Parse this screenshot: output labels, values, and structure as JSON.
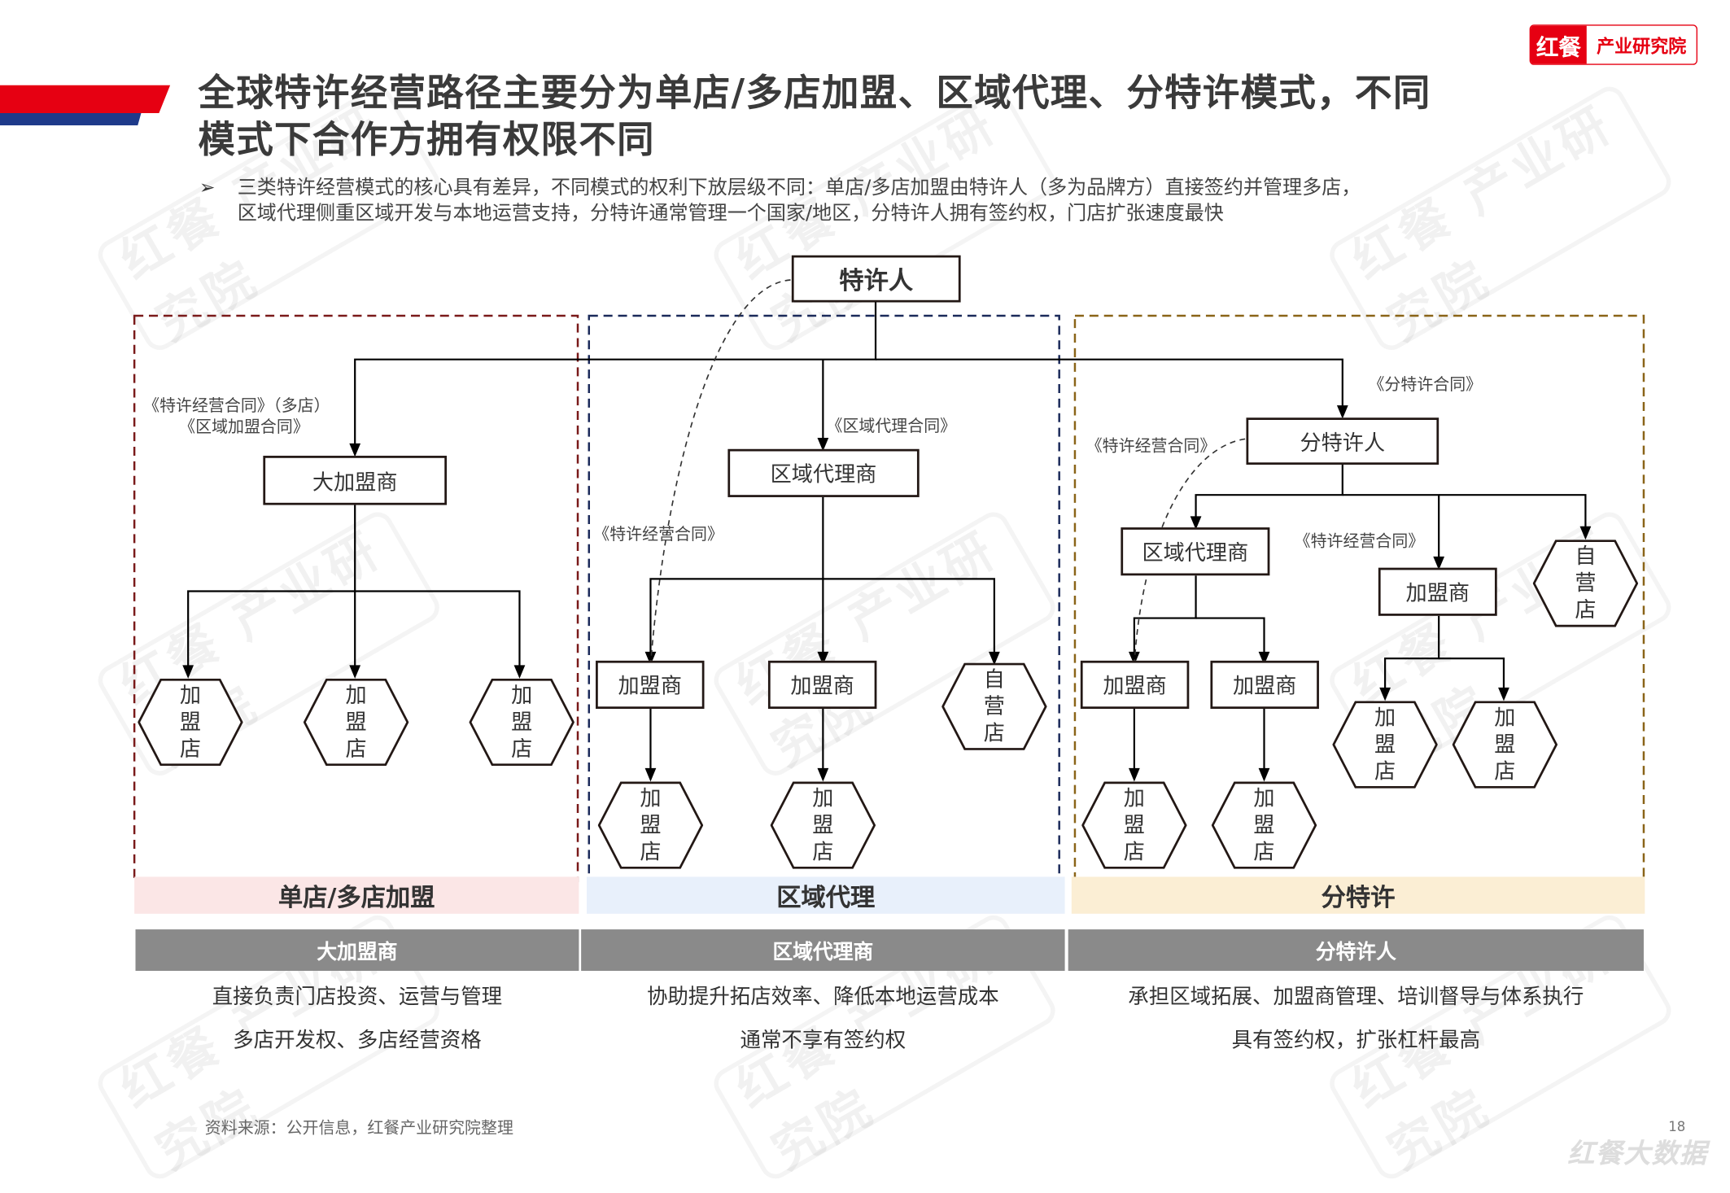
{
  "header": {
    "title_line1": "全球特许经营路径主要分为单店/多店加盟、区域代理、分特许模式，不同",
    "title_line2": "模式下合作方拥有权限不同",
    "bullet_icon": "arrow-bullet-icon",
    "bullet_glyph": "➢",
    "summary_line1": "三类特许经营模式的核心具有差异，不同模式的权利下放层级不同：单店/多店加盟由特许人（多为品牌方）直接签约并管理多店，",
    "summary_line2": "区域代理侧重区域开发与本地运营支持，分特许通常管理一个国家/地区，分特许人拥有签约权，门店扩张速度最快"
  },
  "logo": {
    "mark": "红餐",
    "text": "产业研究院",
    "color": "#e60012"
  },
  "watermark": {
    "text": "红餐 产业研究院"
  },
  "diagram": {
    "root": "特许人",
    "zones": [
      {
        "name": "单店/多店加盟",
        "border_color": "#7a1a1a",
        "band_color": "#fbe6e6"
      },
      {
        "name": "区域代理",
        "border_color": "#1b2a5a",
        "band_color": "#e8f0fb"
      },
      {
        "name": "分特许",
        "border_color": "#8a6418",
        "band_color": "#fbeed4"
      }
    ],
    "nodes": {
      "big_franchisee": "大加盟商",
      "regional_agent": "区域代理商",
      "sub_franchisor": "分特许人",
      "franchisee": "加盟商",
      "franchise_store": [
        "加",
        "盟",
        "店"
      ],
      "own_store": [
        "自",
        "营",
        "店"
      ]
    },
    "labels": {
      "single_multi_1": "《特许经营合同》（多店）",
      "single_multi_2": "《区域加盟合同》",
      "regional_contract": "《区域代理合同》",
      "franchise_contract": "《特许经营合同》",
      "sub_contract": "《分特许合同》"
    }
  },
  "table": {
    "headers": [
      "大加盟商",
      "区域代理商",
      "分特许人"
    ],
    "row1": [
      "直接负责门店投资、运营与管理",
      "协助提升拓店效率、降低本地运营成本",
      "承担区域拓展、加盟商管理、培训督导与体系执行"
    ],
    "row2": [
      "多店开发权、多店经营资格",
      "通常不享有签约权",
      "具有签约权，扩张杠杆最高"
    ]
  },
  "footer": {
    "source": "资料来源：公开信息，红餐产业研究院整理",
    "page": "18",
    "brand": "红餐大数据"
  }
}
